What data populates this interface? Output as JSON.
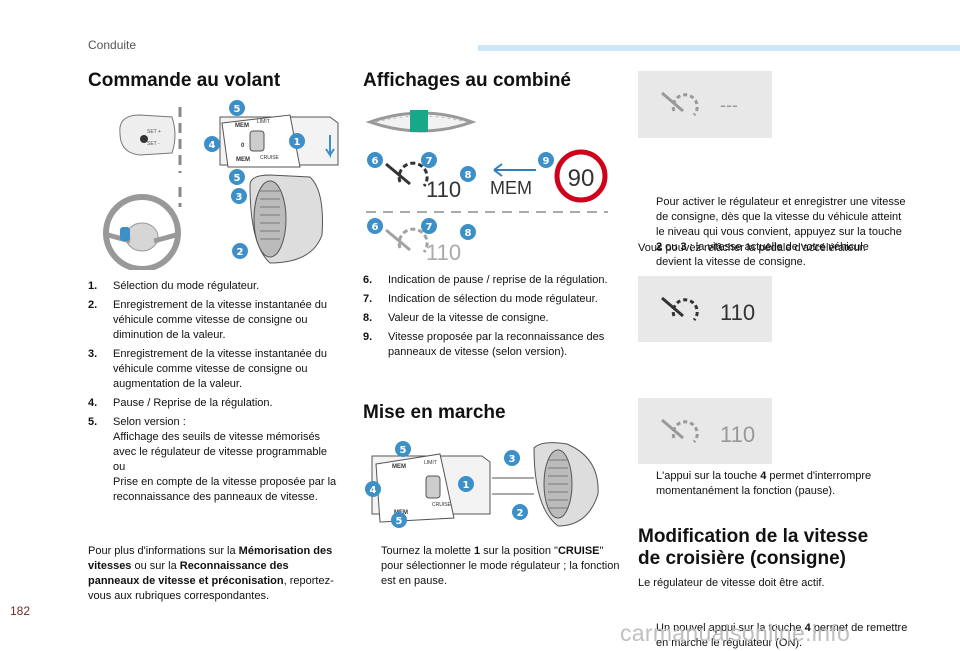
{
  "header": {
    "section": "Conduite"
  },
  "page_number": "182",
  "watermark": "carmanualsonline.info",
  "col1": {
    "heading": "Commande au volant",
    "items": [
      {
        "num": "1.",
        "text": "Sélection du mode régulateur."
      },
      {
        "num": "2.",
        "text": "Enregistrement de la vitesse instantanée du véhicule comme vitesse de consigne ou diminution de la valeur."
      },
      {
        "num": "3.",
        "text": "Enregistrement de la vitesse instantanée du véhicule comme vitesse de consigne ou augmentation de la valeur."
      },
      {
        "num": "4.",
        "text": "Pause / Reprise de la régulation."
      },
      {
        "num": "5.",
        "lines": [
          "Selon version :",
          "Affichage des seuils de vitesse mémorisés avec le régulateur de vitesse programmable",
          "ou",
          "Prise en compte de la vitesse proposée par la reconnaissance des panneaux de vitesse."
        ]
      }
    ],
    "note": {
      "t1": "Pour plus d'informations sur la ",
      "b1": "Mémorisation des vitesses",
      "t2": " ou sur la ",
      "b2": "Reconnaissance des panneaux de vitesse et préconisation",
      "t3": ", reportez-vous aux rubriques correspondantes."
    },
    "figure_badges": [
      "5",
      "4",
      "1",
      "5",
      "3",
      "2"
    ],
    "stalk_labels": {
      "mem": "MEM",
      "set_plus": "SET +",
      "set_minus": "SET -",
      "limit": "LIMIT",
      "cruise": "CRUISE",
      "zero": "0"
    }
  },
  "col2": {
    "heading": "Affichages au combiné",
    "display": {
      "speed": "110",
      "mem": "MEM",
      "sign": "90",
      "badges_top": [
        "6",
        "7",
        "8",
        "9"
      ],
      "badges_bottom": [
        "6",
        "7",
        "8"
      ]
    },
    "items": [
      {
        "num": "6.",
        "text": "Indication de pause / reprise de la régulation."
      },
      {
        "num": "7.",
        "text": "Indication de sélection du mode régulateur."
      },
      {
        "num": "8.",
        "text": "Valeur de la vitesse de consigne."
      },
      {
        "num": "9.",
        "text": "Vitesse proposée par la reconnaissance des panneaux de vitesse (selon version)."
      }
    ],
    "heading2": "Mise en marche",
    "figure_badges": [
      "5",
      "3",
      "4",
      "1",
      "2",
      "5"
    ],
    "bullet": {
      "marker": "",
      "t1": "Tournez la molette ",
      "b1": "1",
      "t2": " sur la position \"",
      "b2": "CRUISE",
      "t3": "\" pour sélectionner le mode régulateur ; la fonction est en pause."
    }
  },
  "col3": {
    "panel1": {
      "value": "---"
    },
    "bullet1": {
      "marker": "",
      "t1": "Pour activer le régulateur et enregistrer une vitesse de consigne, dès que la vitesse du véhicule atteint le niveau qui vous convient, appuyez sur la touche ",
      "b1": "2",
      "t2": " ou ",
      "b2": "3",
      "t3": " ; la vitesse actuelle de votre véhicule devient la vitesse de consigne."
    },
    "para1": "Vous pouvez relâcher la pédale d'accélérateur.",
    "panel2": {
      "value": "110"
    },
    "bullet2": {
      "marker": "",
      "t1": "L'appui sur la touche ",
      "b1": "4",
      "t2": " permet d'interrompre momentanément la fonction (pause)."
    },
    "panel3": {
      "value": "110"
    },
    "bullet3": {
      "marker": "",
      "t1": "Un nouvel appui sur la touche ",
      "b1": "4",
      "t2": " permet de remettre en marche le régulateur (ON)."
    },
    "heading": "Modification de la vitesse de croisière (consigne)",
    "para2": "Le régulateur de vitesse doit être actif."
  },
  "colors": {
    "badge": "#3d8fc8",
    "accent_bar": "#cde6f5",
    "panel": "#e8e8e8",
    "sign_ring": "#d0021b",
    "arrow": "#2f7fc0"
  },
  "icons": [
    "speedometer-icon",
    "speed-limit-sign-icon",
    "arrow-left-icon"
  ]
}
